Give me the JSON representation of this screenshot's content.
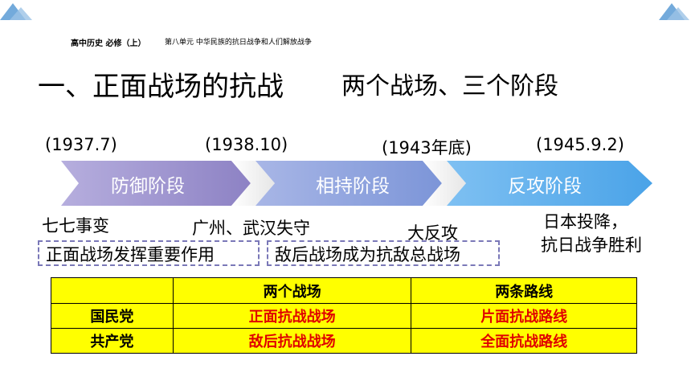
{
  "header": {
    "course": "高中历史 必修（上）",
    "unit": "第八单元  中华民族的抗日战争和人们解放战争"
  },
  "title": {
    "main": "一、正面战场的抗战",
    "sub": "两个战场、三个阶段"
  },
  "timeline": {
    "dates": [
      "(1937.7)",
      "(1938.10)",
      "(1943年底)",
      "(1945.9.2)"
    ],
    "stages": [
      "防御阶段",
      "相持阶段",
      "反攻阶段"
    ],
    "events": [
      "七七事变",
      "广州、武汉失守",
      "大反攻",
      "日本投降，",
      "抗日战争胜利"
    ],
    "notes": [
      "正面战场发挥重要作用",
      "敌后战场成为抗敌总战场"
    ]
  },
  "table": {
    "headers": [
      "",
      "两个战场",
      "两条路线"
    ],
    "rows": [
      [
        "国民党",
        "正面抗战战场",
        "片面抗战路线"
      ],
      [
        "共产党",
        "敌后抗战战场",
        "全面抗战路线"
      ]
    ]
  },
  "colors": {
    "stage1": "#8f84c4",
    "stage2": "#7f9ad8",
    "stage3": "#4aa3e8",
    "table_bg": "#ffff00",
    "red_text": "#e00000",
    "corner": "#5b9bd5"
  }
}
